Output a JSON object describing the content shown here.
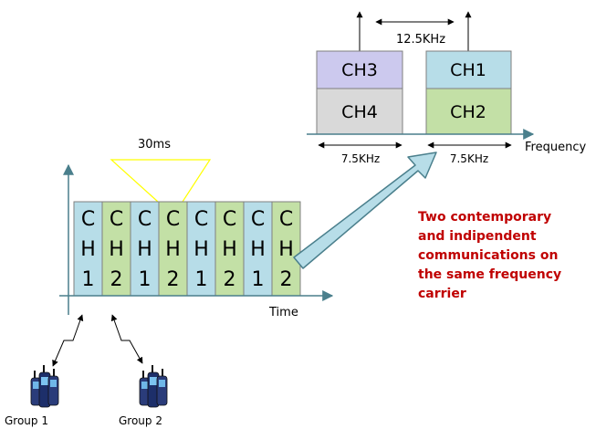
{
  "frequency_panel": {
    "spacing_label": "12.5KHz",
    "axis_label": "Frequency",
    "left_bw_label": "7.5KHz",
    "right_bw_label": "7.5KHz",
    "channels": {
      "ch3": "CH3",
      "ch4": "CH4",
      "ch1": "CH1",
      "ch2": "CH2"
    }
  },
  "time_panel": {
    "slot_duration_label": "30ms",
    "axis_label": "Time",
    "slots": [
      {
        "top": "C",
        "mid": "H",
        "num": "1"
      },
      {
        "top": "C",
        "mid": "H",
        "num": "2"
      },
      {
        "top": "C",
        "mid": "H",
        "num": "1"
      },
      {
        "top": "C",
        "mid": "H",
        "num": "2"
      },
      {
        "top": "C",
        "mid": "H",
        "num": "1"
      },
      {
        "top": "C",
        "mid": "H",
        "num": "2"
      },
      {
        "top": "C",
        "mid": "H",
        "num": "1"
      },
      {
        "top": "C",
        "mid": "H",
        "num": "2"
      }
    ]
  },
  "note_lines": [
    "Two contemporary",
    "and indipendent",
    "communications on",
    "the same frequency",
    "carrier"
  ],
  "groups": {
    "group1": "Group 1",
    "group2": "Group 2"
  },
  "colors": {
    "ch_blue": "#b7dde8",
    "ch_green": "#c3e0a6",
    "ch_lavender": "#ccc9ee",
    "ch_gray": "#d9d9d9",
    "axis": "#4a7f8c",
    "note": "#c00000",
    "bracket": "#ffff00"
  }
}
